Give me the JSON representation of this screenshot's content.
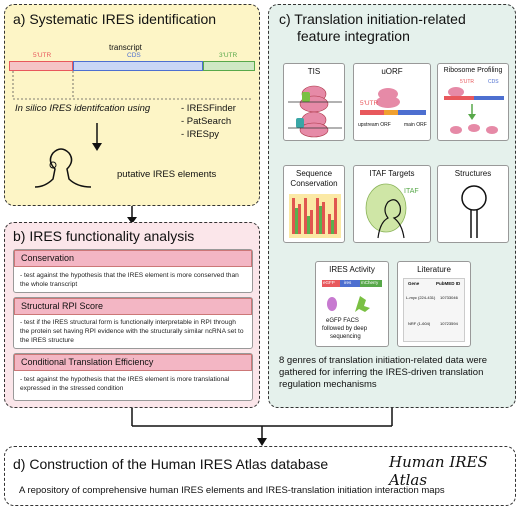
{
  "panel_a": {
    "title": "a) Systematic IRES identification",
    "transcript_label": "transcript",
    "utr5": "5'UTR",
    "cds": "CDS",
    "utr3": "3'UTR",
    "method_text": "In silico IRES identifcation using",
    "tools": [
      "- IRESFinder",
      "- PatSearch",
      "- IRESpy"
    ],
    "output": "putative IRES elements"
  },
  "panel_b": {
    "title": "b) IRES functionality analysis",
    "sections": [
      {
        "heading": "Conservation",
        "text": "- test against the hypothesis that the IRES element is more conserved than the whole transcript"
      },
      {
        "heading": "Structural RPI Score",
        "text": "- test if the IRES structural form is functionally interpretable in RPI through the protein set having RPI evidence with the structurally similar ncRNA set to the IRES structure"
      },
      {
        "heading": "Conditional Translation Efficiency",
        "text": "- test against the hypothesis that the IRES element is more translational expressed in the stressed condition"
      }
    ]
  },
  "panel_c": {
    "title_line1": "c) Translation initiation-related",
    "title_line2": "feature integration",
    "cards": {
      "tis": "TIS",
      "uorf": "uORF",
      "ribo": "Ribosome Profiling",
      "seqcons_1": "Sequence",
      "seqcons_2": "Conservation",
      "itaf": "ITAF Targets",
      "structures": "Structures",
      "activity": "IRES Activity",
      "literature": "Literature"
    },
    "uorf_labels": {
      "utr5": "5'UTR",
      "upstream": "upstream ORF",
      "main": "main ORF"
    },
    "ribo_labels": {
      "utr5": "5'UTR",
      "cds": "CDS"
    },
    "itaf_label": "ITAF",
    "activity_labels": {
      "egfp": "eGFP",
      "ires": "ires",
      "mcherry": "mCherry",
      "facs_1": "eGFP FACS",
      "facs_2": "followed by deep",
      "facs_3": "sequencing"
    },
    "lit_table": {
      "headers": [
        "Gene",
        "PubMED ID"
      ],
      "rows": [
        [
          "L-myc (224-431)",
          "10733046"
        ],
        [
          "NRF (1-604)",
          "10723594"
        ]
      ]
    },
    "summary": "8 genres of translation initiation-related data were gathered for inferring the IRES-driven translation regulation mechanisms"
  },
  "panel_d": {
    "title": "d) Construction of the Human IRES Atlas database",
    "logo": "Human IRES Atlas",
    "description": "A repository of comprehensive human IRES elements and IRES-translation initiation interaction maps"
  },
  "colors": {
    "panel_a_bg": "#fdf5c6",
    "panel_b_bg": "#fbe6ea",
    "panel_c_bg": "#e5f1ec",
    "panel_d_bg": "#ffffff",
    "utr5": "#e8585c",
    "cds": "#4d6fd0",
    "utr3": "#58a84a"
  }
}
